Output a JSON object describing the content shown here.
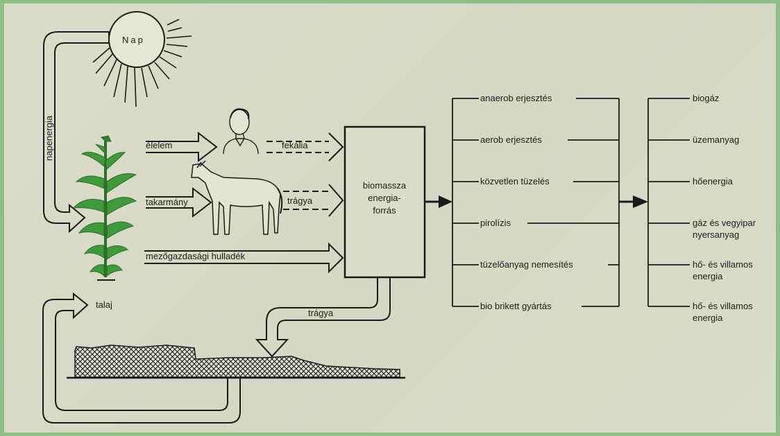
{
  "sun": {
    "label": "Nap"
  },
  "labels": {
    "napenergia": "napenergia",
    "elelem": "élelem",
    "fekalia": "fekália",
    "takarmany": "takarmány",
    "tragya1": "trágya",
    "hulladek": "mezőgazdasági hulladék",
    "talaj": "talaj",
    "tragya2": "trágya"
  },
  "center_box": {
    "lines": [
      "biomassza",
      "energia-",
      "forrás"
    ]
  },
  "processes": [
    "anaerob erjesztés",
    "aerob erjesztés",
    "közvetlen tüzelés",
    "pirolízis",
    "tüzelőanyag nemesítés",
    "bio brikett gyártás"
  ],
  "outputs": [
    {
      "line1": "biogáz",
      "line2": ""
    },
    {
      "line1": "üzemanyag",
      "line2": ""
    },
    {
      "line1": "hőenergia",
      "line2": ""
    },
    {
      "line1": "gáz és vegyipar",
      "line2": "nyersanyag"
    },
    {
      "line1": "hő- és villamos",
      "line2": "energia"
    },
    {
      "line1": "hő- és villamos",
      "line2": "energia"
    }
  ],
  "colors": {
    "frame": "#8fbf86",
    "background": "#d8d9c6",
    "ink": "#1a1a1a",
    "plant": "#3f9a3a"
  }
}
